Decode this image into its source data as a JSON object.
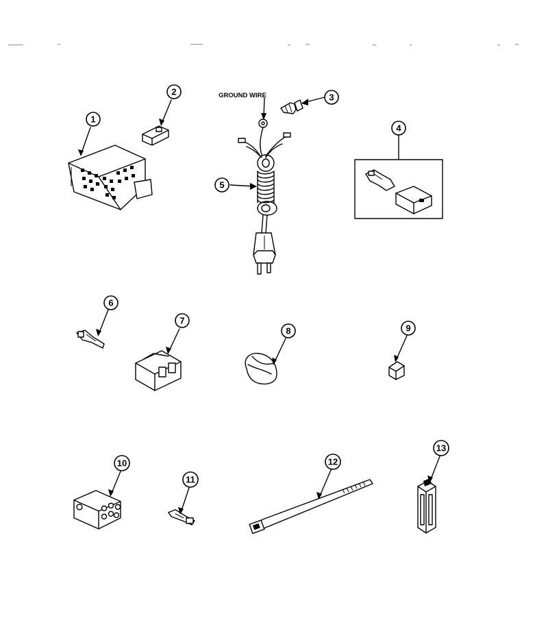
{
  "labels": {
    "ground_wire": "GROUND WIRE"
  },
  "callouts": [
    {
      "id": "1",
      "text": "1"
    },
    {
      "id": "2",
      "text": "2"
    },
    {
      "id": "3",
      "text": "3"
    },
    {
      "id": "4",
      "text": "4"
    },
    {
      "id": "5",
      "text": "5"
    },
    {
      "id": "6",
      "text": "6"
    },
    {
      "id": "7",
      "text": "7"
    },
    {
      "id": "8",
      "text": "8"
    },
    {
      "id": "9",
      "text": "9"
    },
    {
      "id": "10",
      "text": "10"
    },
    {
      "id": "11",
      "text": "11"
    },
    {
      "id": "12",
      "text": "12"
    },
    {
      "id": "13",
      "text": "13"
    }
  ]
}
